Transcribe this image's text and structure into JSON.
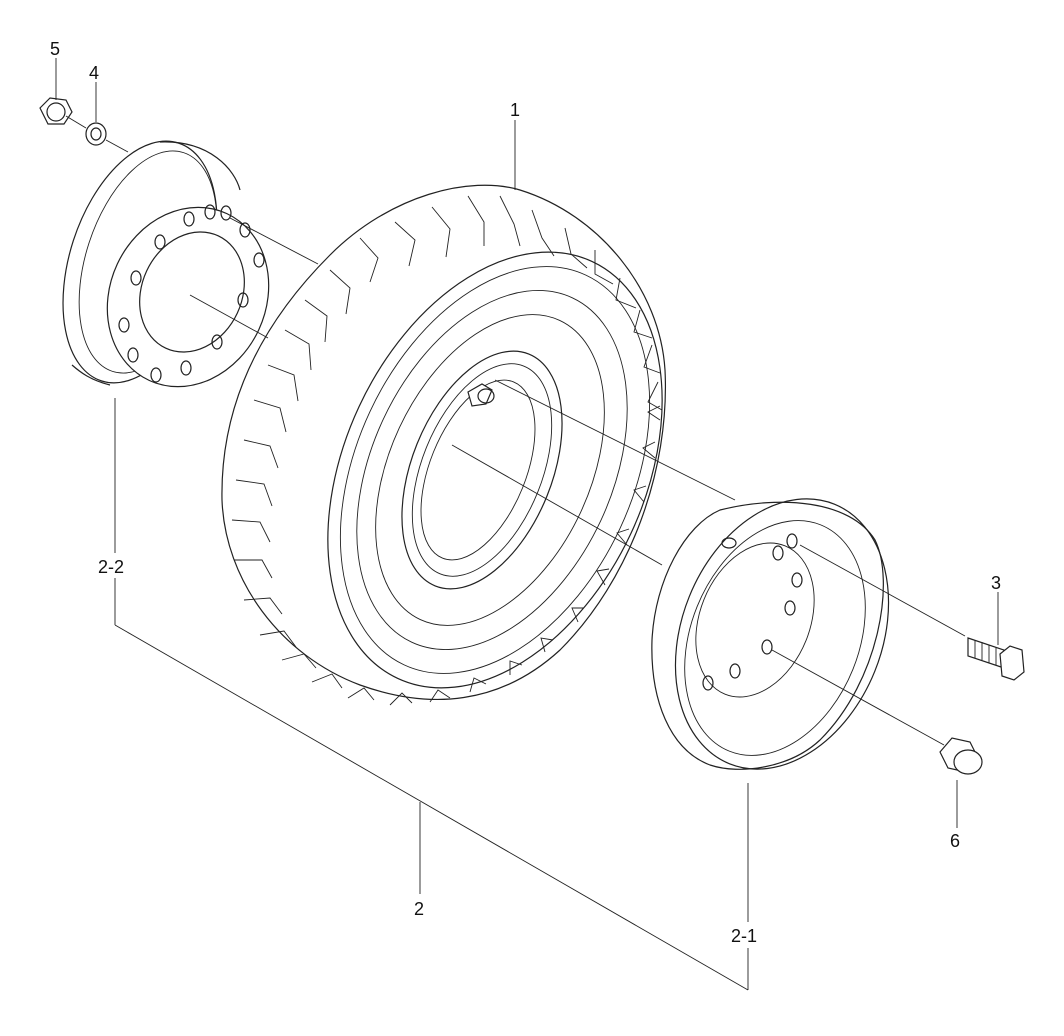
{
  "diagram": {
    "labels": {
      "tire": "1",
      "wheel_assembly": "2",
      "rim_inner": "2-1",
      "rim_outer": "2-2",
      "bolt": "3",
      "lock_washer": "4",
      "nut": "5",
      "hub_nut": "6"
    }
  }
}
